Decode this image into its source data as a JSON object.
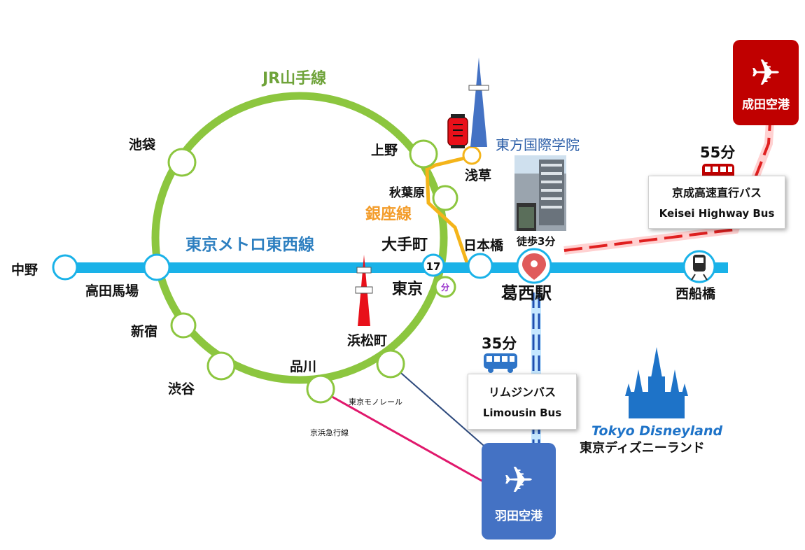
{
  "lines": {
    "yamanote": "JR山手線",
    "tozai": "東京メトロ東西線",
    "ginza": "銀座線",
    "monorail": "東京モノレール",
    "keikyu": "京浜急行線"
  },
  "stations": {
    "nakano": "中野",
    "takadanobaba": "高田馬場",
    "ikebukuro": "池袋",
    "shinjuku": "新宿",
    "shibuya": "渋谷",
    "shinagawa": "品川",
    "hamamatsucho": "浜松町",
    "tokyo": "東京",
    "otemachi": "大手町",
    "nihonbashi": "日本橋",
    "ueno": "上野",
    "akihabara": "秋葉原",
    "asakusa": "浅草",
    "kasai": "葛西駅",
    "nishifunabashi": "西船橋"
  },
  "school": {
    "name": "東方国際学院",
    "walk": "徒歩3分"
  },
  "transfer": {
    "minutes": "17",
    "unit": "分"
  },
  "keisei_bus": {
    "time": "55分",
    "jp": "京成高速直行バス",
    "en": "Keisei Highway Bus"
  },
  "limousine_bus": {
    "time": "35分",
    "jp": "リムジンバス",
    "en": "Limousin Bus"
  },
  "airports": {
    "narita": "成田空港",
    "haneda": "羽田空港"
  },
  "disney": {
    "logo": "Tokyo Disneyland",
    "jp": "東京ディズニーランド"
  },
  "icons": {
    "plane": "airplane-icon",
    "bus": "bus-icon",
    "train": "train-icon",
    "pin": "location-pin-icon",
    "castle": "castle-icon",
    "tower": "tower-icon",
    "gate": "kaminarimon-lantern-icon"
  },
  "colors": {
    "yamanote": "#8cc63f",
    "tozai": "#1ab2e8",
    "ginza": "#f4b41a",
    "monorail": "#2e4a7d",
    "keikyu": "#e0186c",
    "narita": "#c00000",
    "haneda": "#4472c4",
    "pin": "#e05a5a",
    "disney": "#1e73c8"
  }
}
